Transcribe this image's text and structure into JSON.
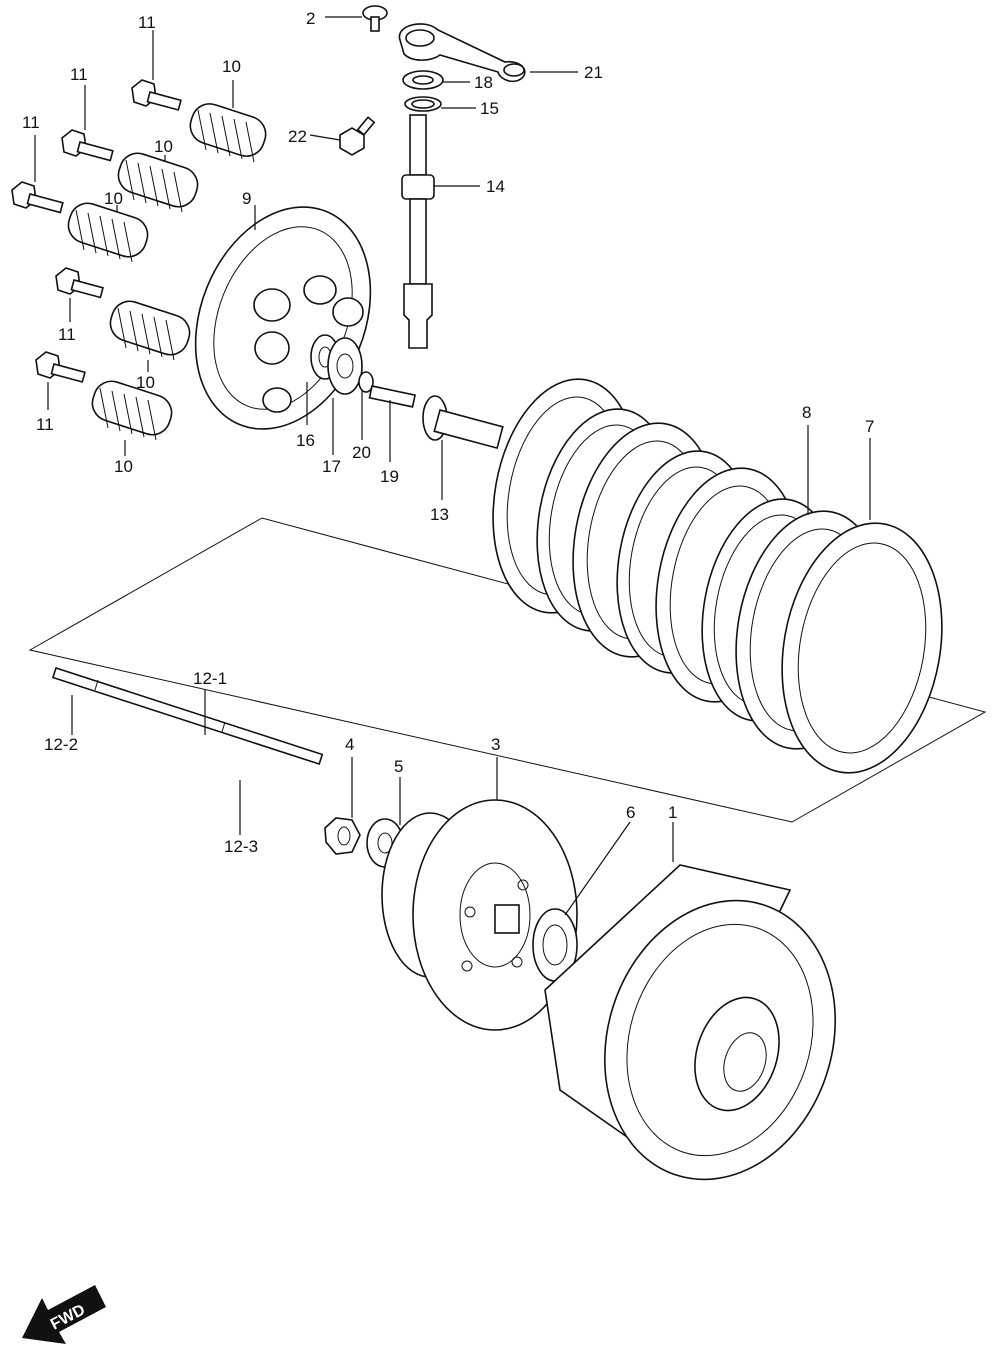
{
  "labels": {
    "p1": "1",
    "p2": "2",
    "p3": "3",
    "p4": "4",
    "p5": "5",
    "p6": "6",
    "p7": "7",
    "p8": "8",
    "p9": "9",
    "p10a": "10",
    "p10b": "10",
    "p10c": "10",
    "p10d": "10",
    "p10e": "10",
    "p11a": "11",
    "p11b": "11",
    "p11c": "11",
    "p11d": "11",
    "p11e": "11",
    "p12_1": "12-1",
    "p12_2": "12-2",
    "p12_3": "12-3",
    "p13": "13",
    "p14": "14",
    "p15": "15",
    "p16": "16",
    "p17": "17",
    "p18": "18",
    "p19": "19",
    "p20": "20",
    "p21": "21",
    "p22": "22"
  },
  "direction_badge": "FWD"
}
